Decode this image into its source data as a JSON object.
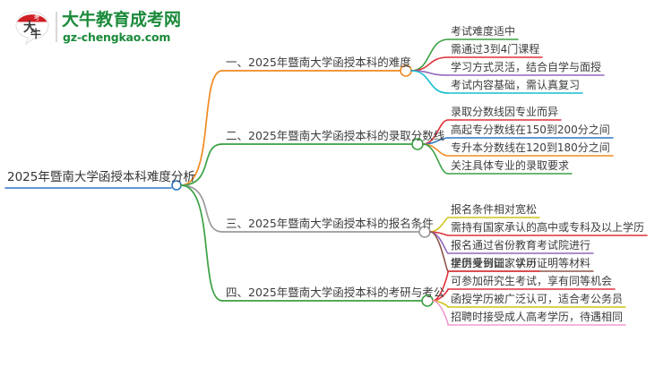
{
  "logo": {
    "mark_text": "大牛",
    "title": "大牛教育成考网",
    "url": "gz-chengkao.com",
    "brand_green": "#1a8a3a",
    "brand_red": "#d01f25"
  },
  "mindmap": {
    "root": {
      "label": "2025年暨南大学函授本科难度分析",
      "node_color": "#2e77c4",
      "underline_color": "#2e77c4"
    },
    "branches": [
      {
        "label": "一、2025年暨南大学函授本科的难度",
        "branch_color": "#f08a22",
        "node_color": "#f08a22",
        "children": [
          {
            "label": "考试难度适中",
            "color": "#3aa143"
          },
          {
            "label": "需通过3到4门课程",
            "color": "#e0303a"
          },
          {
            "label": "学习方式灵活，结合自学与面授",
            "color": "#9467bd"
          },
          {
            "label": "考试内容基础，需认真复习",
            "color": "#17becf"
          }
        ]
      },
      {
        "label": "二、2025年暨南大学函授本科的录取分数线",
        "branch_color": "#3aa143",
        "node_color": "#3aa143",
        "children": [
          {
            "label": "录取分数线因专业而异",
            "color": "#e0303a"
          },
          {
            "label": "高起专分数线在150到200分之间",
            "color": "#2e77c4"
          },
          {
            "label": "专升本分数线在120到180分之间",
            "color": "#f08a22"
          },
          {
            "label": "关注具体专业的录取要求",
            "color": "#3aa143"
          }
        ]
      },
      {
        "label": "三、2025年暨南大学函授本科的报名条件",
        "branch_color": "#9a9a9a",
        "node_color": "#9a9a9a",
        "children": [
          {
            "label": "报名条件相对宽松",
            "color": "#cfc41e"
          },
          {
            "label": "需持有国家承认的高中或专科及以上学历",
            "color": "#e0303a"
          },
          {
            "label": "报名通过省份教育考试院进行",
            "color": "#9467bd"
          },
          {
            "label": "提供身份证、学历证明等材料",
            "color": "#8c564b"
          }
        ]
      },
      {
        "label": "四、2025年暨南大学函授本科的考研与考公",
        "branch_color": "#3aa143",
        "node_color": "#3aa143",
        "children": [
          {
            "label": "学历受到国家认可",
            "color": "#e0303a"
          },
          {
            "label": "可参加研究生考试，享有同等机会",
            "color": "#e0303a"
          },
          {
            "label": "函授学历被广泛认可，适合考公务员",
            "color": "#cfc41e"
          },
          {
            "label": "招聘时接受成人高考学历，待遇相同",
            "color": "#f09ad0"
          }
        ]
      }
    ]
  }
}
